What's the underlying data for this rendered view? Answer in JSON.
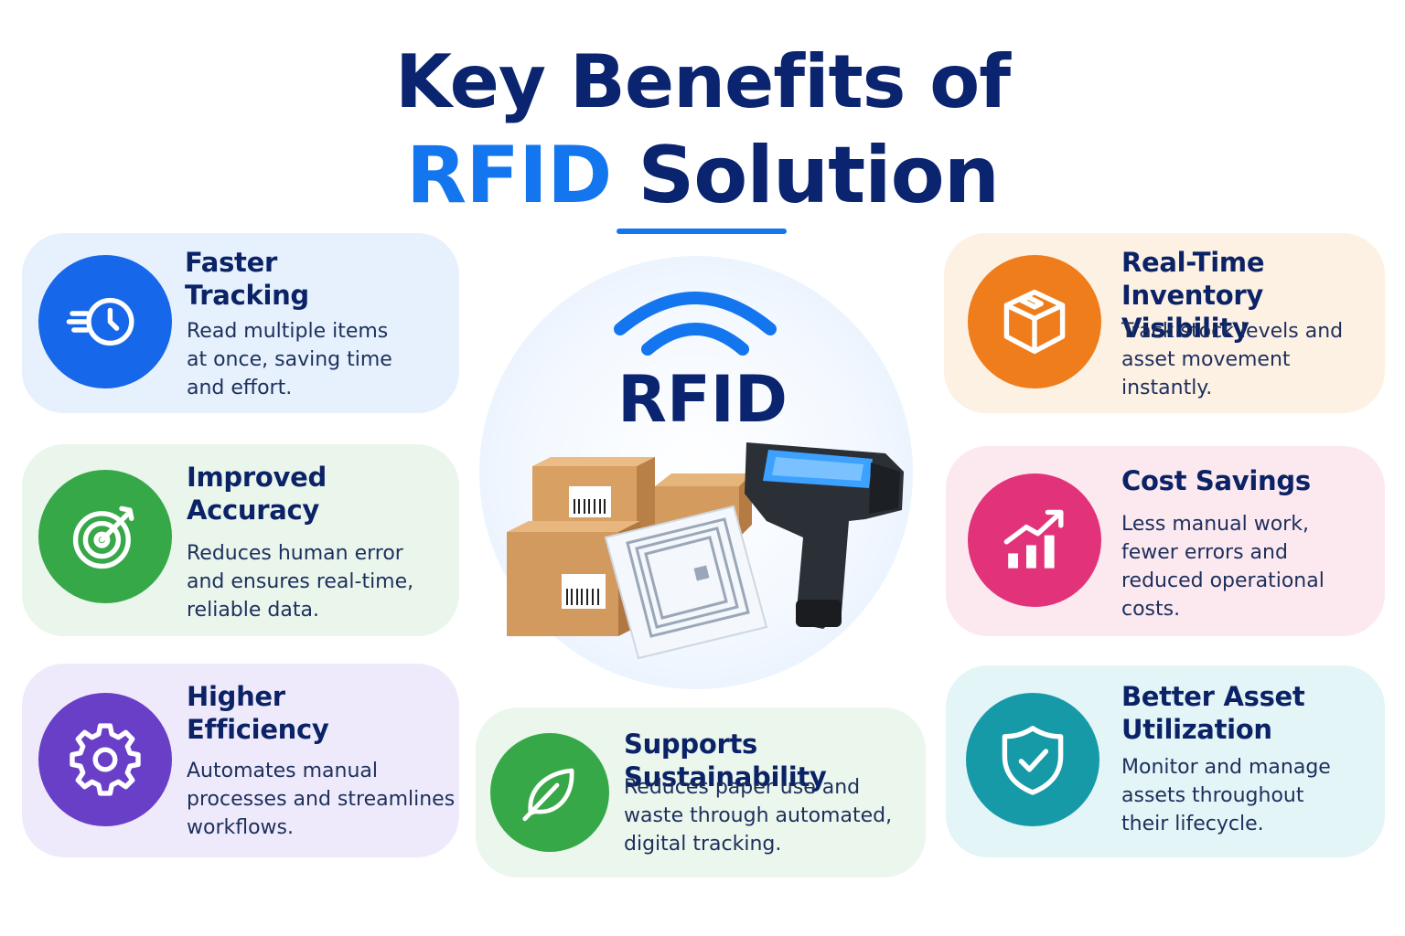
{
  "title": {
    "line1": "Key Benefits of",
    "highlight": "RFID",
    "rest": "Solution"
  },
  "hero": {
    "label": "RFID",
    "icon": "rfid-reader-boxes-tag-illustration"
  },
  "cards": [
    {
      "id": "faster-tracking",
      "title1": "Faster",
      "title2": "Tracking",
      "desc": [
        "Read multiple items",
        "at once, saving time",
        "and effort."
      ],
      "icon": "fast-clock-icon",
      "color": "#1667e9",
      "bg": "#e6f1fd"
    },
    {
      "id": "improved-accuracy",
      "title1": "Improved",
      "title2": "Accuracy",
      "desc": [
        "Reduces human error",
        "and ensures real-time,",
        "reliable data."
      ],
      "icon": "target-icon",
      "color": "#37a848",
      "bg": "#eaf6ec"
    },
    {
      "id": "higher-efficiency",
      "title1": "Higher",
      "title2": "Efficiency",
      "desc": [
        "Automates manual",
        "processes and streamlines",
        "workflows."
      ],
      "icon": "gear-icon",
      "color": "#6a3fc8",
      "bg": "#efeafb"
    },
    {
      "id": "supports-sustainability",
      "title1": "Supports Sustainability",
      "title2": "",
      "desc": [
        "Reduces paper use and",
        "waste through automated,",
        "digital tracking."
      ],
      "icon": "leaf-icon",
      "color": "#37a848",
      "bg": "#ebf7ed"
    },
    {
      "id": "real-time-inventory",
      "title1": "Real-Time",
      "title2": "Inventory Visibility",
      "desc": [
        "Track stock levels and",
        "asset movement",
        "instantly."
      ],
      "icon": "box-icon",
      "color": "#f07d1b",
      "bg": "#fdf1e4"
    },
    {
      "id": "cost-savings",
      "title1": "Cost Savings",
      "title2": "",
      "desc": [
        "Less manual work,",
        "fewer errors and",
        "reduced operational",
        "costs."
      ],
      "icon": "growth-chart-icon",
      "color": "#e2337a",
      "bg": "#fce9f0"
    },
    {
      "id": "better-asset-utilization",
      "title1": "Better Asset",
      "title2": "Utilization",
      "desc": [
        "Monitor and manage",
        "assets throughout",
        "their lifecycle."
      ],
      "icon": "shield-check-icon",
      "color": "#169aa8",
      "bg": "#e3f5f7"
    }
  ]
}
